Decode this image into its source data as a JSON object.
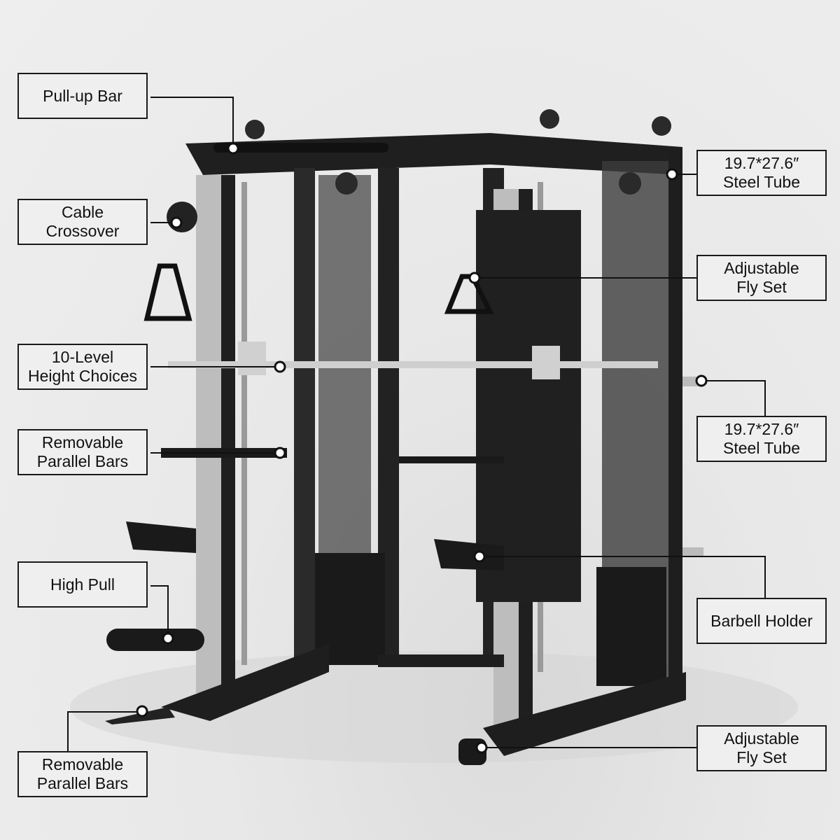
{
  "callouts_left": [
    {
      "lines": [
        "Pull-up Bar"
      ]
    },
    {
      "lines": [
        "Cable",
        "Crossover"
      ]
    },
    {
      "lines": [
        "10-Level",
        "Height Choices"
      ]
    },
    {
      "lines": [
        "Removable",
        "Parallel Bars"
      ]
    },
    {
      "lines": [
        "High Pull"
      ]
    },
    {
      "lines": [
        "Removable",
        "Parallel Bars"
      ]
    }
  ],
  "callouts_right": [
    {
      "lines": [
        "19.7*27.6″",
        "Steel Tube"
      ]
    },
    {
      "lines": [
        "Adjustable",
        "Fly Set"
      ]
    },
    {
      "lines": [
        "19.7*27.6″",
        "Steel Tube"
      ]
    },
    {
      "lines": [
        "Barbell Holder"
      ]
    },
    {
      "lines": [
        "Adjustable",
        "Fly Set"
      ]
    }
  ],
  "colors": {
    "frame": "#1c1c1c",
    "upright": "#b9b9b9",
    "border": "#1a1a1a",
    "background": "#ececec"
  }
}
